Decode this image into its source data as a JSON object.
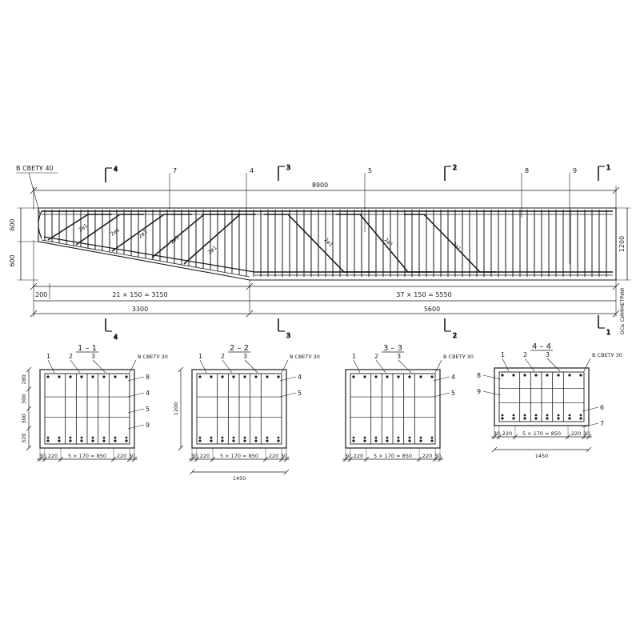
{
  "elevation": {
    "clear_cover_label": "В СВЕТУ 40",
    "overall_length": "8900",
    "left_span": "3300",
    "right_span": "5600",
    "left_pitch": "21 × 150 = 3150",
    "right_pitch": "37 × 150 = 5550",
    "end_offset": "200",
    "height_total": "1200",
    "height_top": "600",
    "height_bottom": "600",
    "symmetry_axis": "ОСЬ СИММЕТРИИ",
    "section_markers": [
      "4",
      "3",
      "2",
      "1"
    ],
    "position_callouts": [
      "7",
      "4",
      "5",
      "8",
      "9"
    ],
    "bent_bar_label": "2ø1"
  },
  "sections": [
    {
      "title": "1 – 1",
      "clear_label": "В СВЕТУ 30",
      "callouts": [
        "1",
        "2",
        "3",
        "8",
        "4",
        "5",
        "9"
      ],
      "vert_dims": [
        "280",
        "300",
        "300",
        "320"
      ],
      "bottom_dims": [
        "30",
        "220",
        "5 × 170 = 850",
        "220",
        "30"
      ],
      "width": ""
    },
    {
      "title": "2 – 2",
      "clear_label": "В СВЕТУ 30",
      "callouts": [
        "1",
        "2",
        "3",
        "4",
        "5"
      ],
      "vert_dims": [
        "1200"
      ],
      "bottom_dims": [
        "30",
        "220",
        "5 × 170 = 850",
        "220",
        "30"
      ],
      "width": "1450"
    },
    {
      "title": "3 – 3",
      "clear_label": "В СВЕТУ 30",
      "callouts": [
        "1",
        "2",
        "3",
        "4",
        "5"
      ],
      "vert_dims": [],
      "bottom_dims": [
        "30",
        "220",
        "5 × 170 = 850",
        "220",
        "30"
      ],
      "width": ""
    },
    {
      "title": "4 – 4",
      "clear_label": "В СВЕТУ 30",
      "callouts": [
        "1",
        "2",
        "3",
        "8",
        "9",
        "6",
        "7"
      ],
      "vert_dims": [],
      "bottom_dims": [
        "30",
        "220",
        "5 × 170 = 850",
        "220",
        "30"
      ],
      "width": "1450"
    }
  ]
}
